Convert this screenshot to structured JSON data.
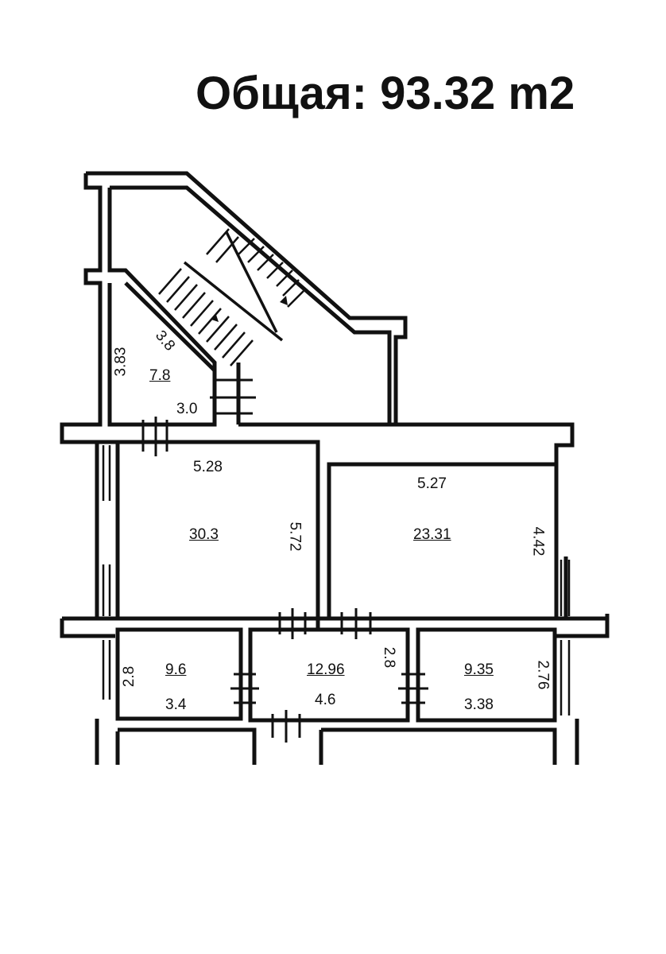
{
  "title": "Общая: 93.32 m2",
  "rooms": [
    {
      "id": "stair-hall",
      "area": "7.8",
      "dims": [
        "3.83",
        "3.8",
        "3.0"
      ]
    },
    {
      "id": "room-1",
      "area": "30.3",
      "dims": [
        "5.28",
        "5.72"
      ]
    },
    {
      "id": "room-2",
      "area": "23.31",
      "dims": [
        "5.27",
        "4.42"
      ]
    },
    {
      "id": "room-3",
      "area": "9.6",
      "dims": [
        "2.8",
        "3.4"
      ]
    },
    {
      "id": "room-4",
      "area": "12.96",
      "dims": [
        "2.8",
        "4.6"
      ]
    },
    {
      "id": "room-5",
      "area": "9.35",
      "dims": [
        "2.76",
        "3.38"
      ]
    }
  ]
}
